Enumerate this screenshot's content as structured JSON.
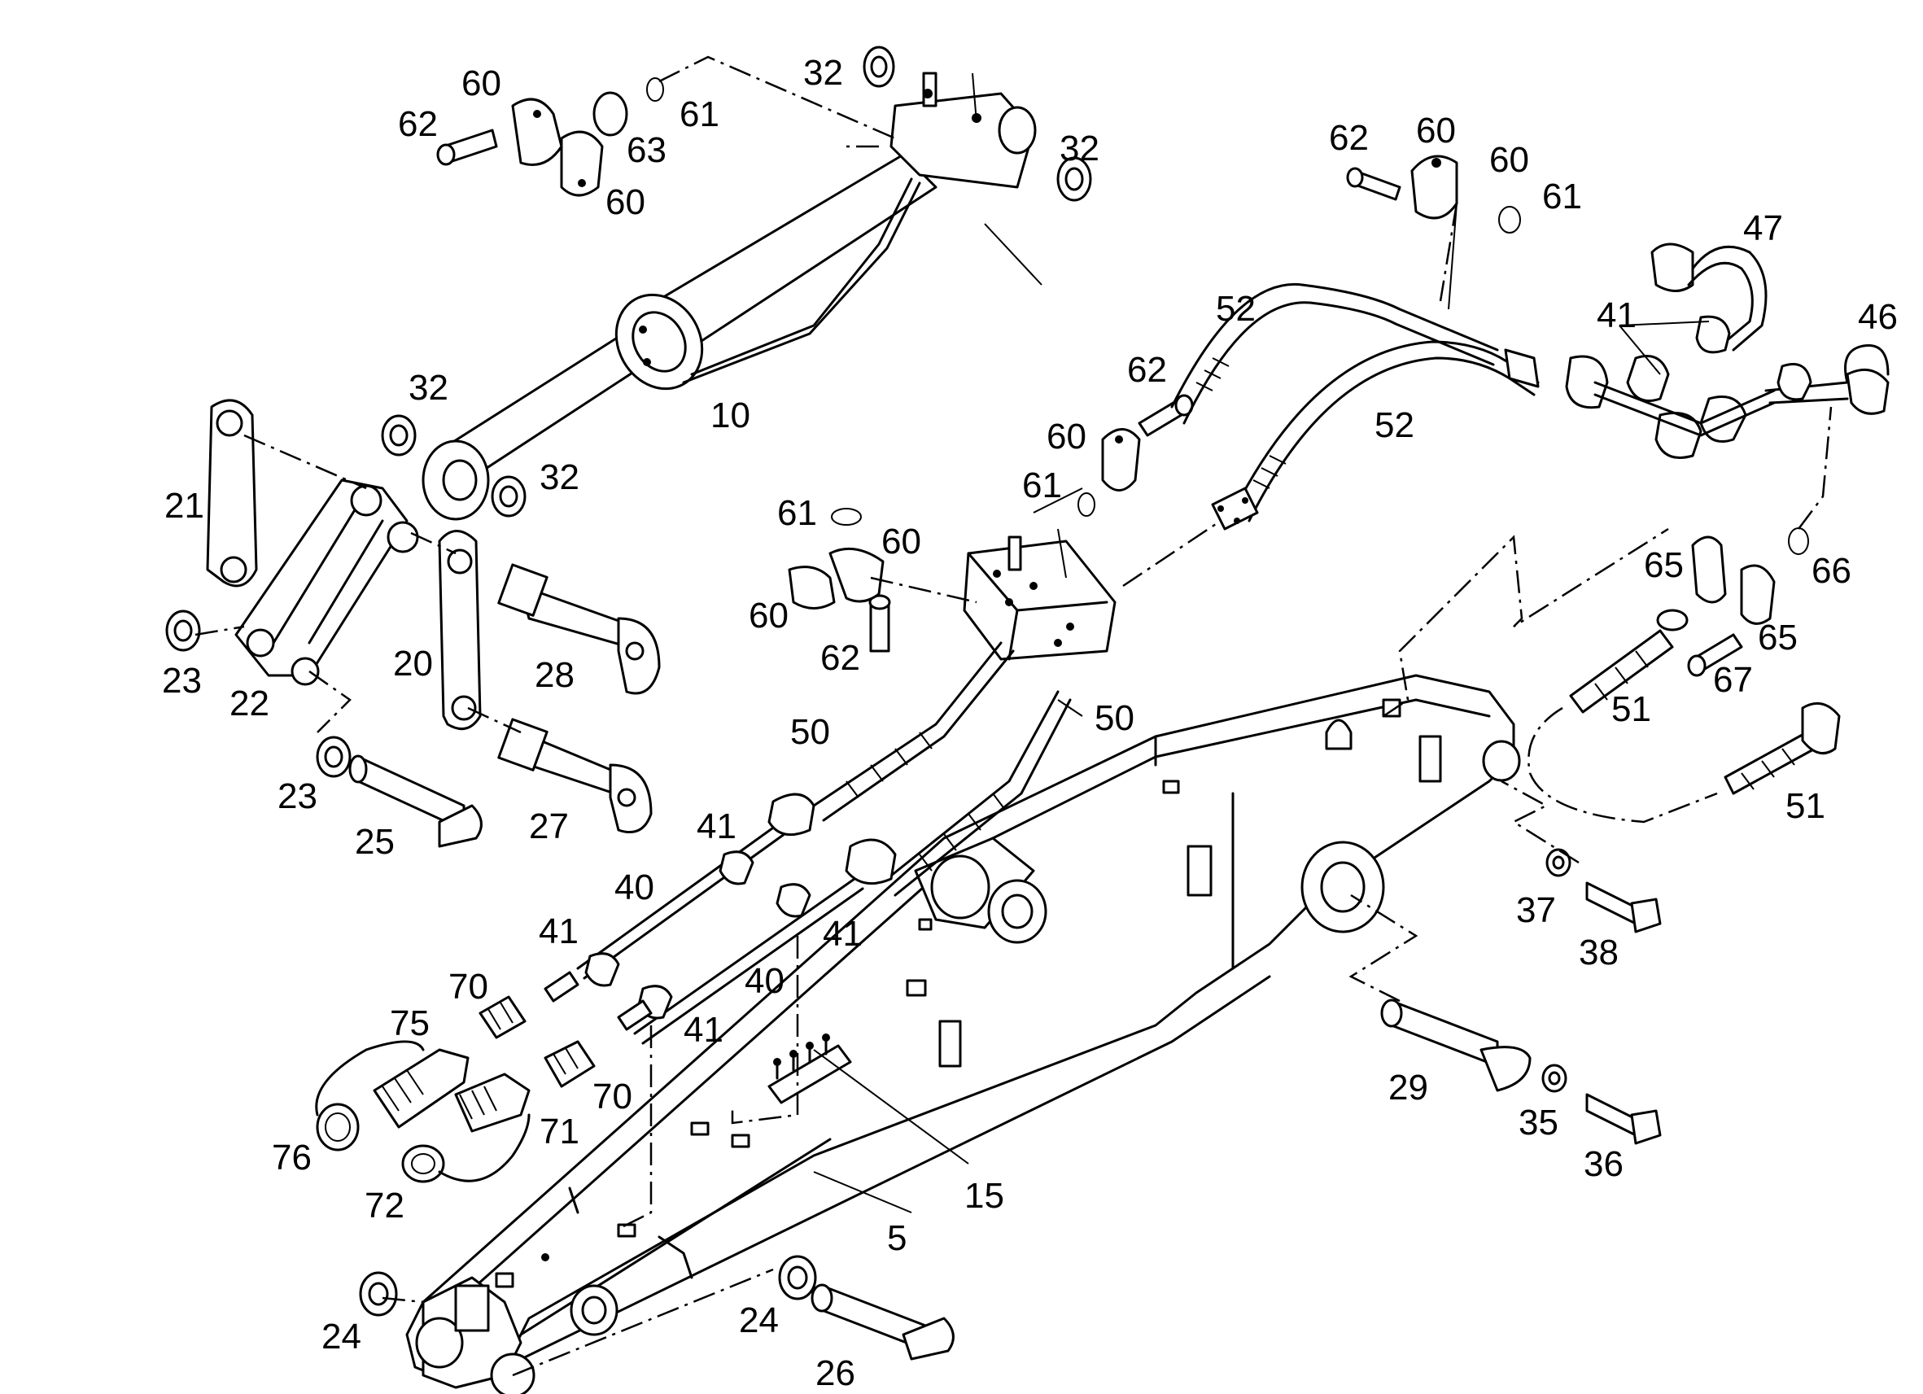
{
  "diagram": {
    "labels": [
      {
        "id": "lbl-32-a",
        "text": "32"
      },
      {
        "id": "lbl-60-a",
        "text": "60"
      },
      {
        "id": "lbl-62-a",
        "text": "62"
      },
      {
        "id": "lbl-61-a",
        "text": "61"
      },
      {
        "id": "lbl-63",
        "text": "63"
      },
      {
        "id": "lbl-60-b",
        "text": "60"
      },
      {
        "id": "lbl-32-b",
        "text": "32"
      },
      {
        "id": "lbl-62-b",
        "text": "62"
      },
      {
        "id": "lbl-60-c",
        "text": "60"
      },
      {
        "id": "lbl-60-d",
        "text": "60"
      },
      {
        "id": "lbl-61-b",
        "text": "61"
      },
      {
        "id": "lbl-47",
        "text": "47"
      },
      {
        "id": "lbl-52-a",
        "text": "52"
      },
      {
        "id": "lbl-41-a",
        "text": "41"
      },
      {
        "id": "lbl-46",
        "text": "46"
      },
      {
        "id": "lbl-62-c",
        "text": "62"
      },
      {
        "id": "lbl-60-e",
        "text": "60"
      },
      {
        "id": "lbl-61-c",
        "text": "61"
      },
      {
        "id": "lbl-52-b",
        "text": "52"
      },
      {
        "id": "lbl-32-c",
        "text": "32"
      },
      {
        "id": "lbl-32-d",
        "text": "32"
      },
      {
        "id": "lbl-10",
        "text": "10"
      },
      {
        "id": "lbl-21",
        "text": "21"
      },
      {
        "id": "lbl-61-d",
        "text": "61"
      },
      {
        "id": "lbl-60-f",
        "text": "60"
      },
      {
        "id": "lbl-60-g",
        "text": "60"
      },
      {
        "id": "lbl-62-d",
        "text": "62"
      },
      {
        "id": "lbl-65-a",
        "text": "65"
      },
      {
        "id": "lbl-66",
        "text": "66"
      },
      {
        "id": "lbl-65-b",
        "text": "65"
      },
      {
        "id": "lbl-67",
        "text": "67"
      },
      {
        "id": "lbl-51-a",
        "text": "51"
      },
      {
        "id": "lbl-51-b",
        "text": "51"
      },
      {
        "id": "lbl-23-a",
        "text": "23"
      },
      {
        "id": "lbl-22",
        "text": "22"
      },
      {
        "id": "lbl-20",
        "text": "20"
      },
      {
        "id": "lbl-28",
        "text": "28"
      },
      {
        "id": "lbl-50-a",
        "text": "50"
      },
      {
        "id": "lbl-50-b",
        "text": "50"
      },
      {
        "id": "lbl-23-b",
        "text": "23"
      },
      {
        "id": "lbl-25",
        "text": "25"
      },
      {
        "id": "lbl-27",
        "text": "27"
      },
      {
        "id": "lbl-41-b",
        "text": "41"
      },
      {
        "id": "lbl-40-a",
        "text": "40"
      },
      {
        "id": "lbl-41-c",
        "text": "41"
      },
      {
        "id": "lbl-41-d",
        "text": "41"
      },
      {
        "id": "lbl-40-b",
        "text": "40"
      },
      {
        "id": "lbl-41-e",
        "text": "41"
      },
      {
        "id": "lbl-70-a",
        "text": "70"
      },
      {
        "id": "lbl-75",
        "text": "75"
      },
      {
        "id": "lbl-70-b",
        "text": "70"
      },
      {
        "id": "lbl-71",
        "text": "71"
      },
      {
        "id": "lbl-76",
        "text": "76"
      },
      {
        "id": "lbl-72",
        "text": "72"
      },
      {
        "id": "lbl-37",
        "text": "37"
      },
      {
        "id": "lbl-38",
        "text": "38"
      },
      {
        "id": "lbl-29",
        "text": "29"
      },
      {
        "id": "lbl-35",
        "text": "35"
      },
      {
        "id": "lbl-36",
        "text": "36"
      },
      {
        "id": "lbl-15",
        "text": "15"
      },
      {
        "id": "lbl-5",
        "text": "5"
      },
      {
        "id": "lbl-24-a",
        "text": "24"
      },
      {
        "id": "lbl-24-b",
        "text": "24"
      },
      {
        "id": "lbl-26",
        "text": "26"
      }
    ]
  }
}
